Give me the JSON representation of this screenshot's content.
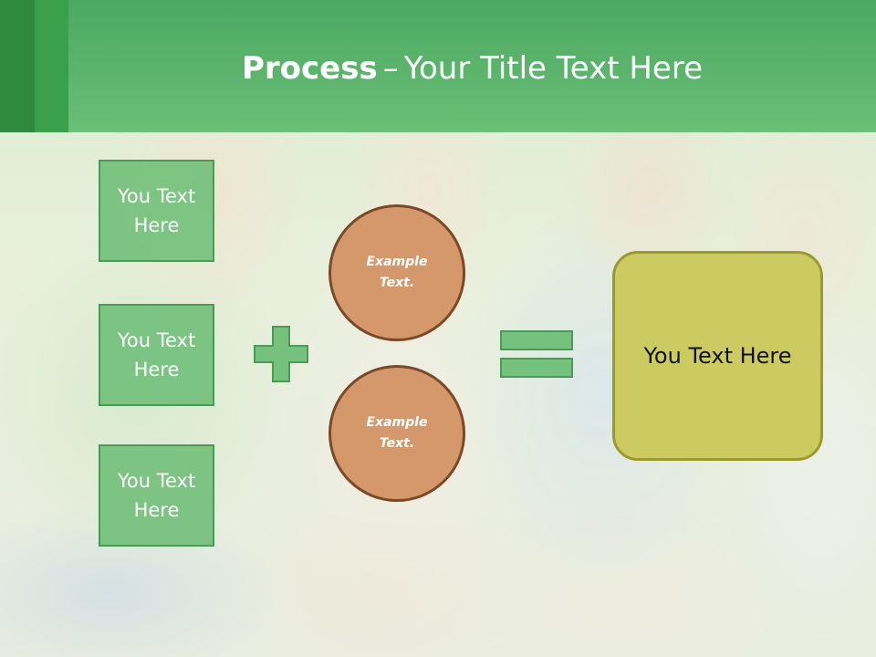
{
  "header": {
    "title_strong": "Process",
    "title_dash": "–",
    "title_rest": "Your Title Text Here"
  },
  "left_boxes": [
    {
      "text": "You Text Here"
    },
    {
      "text": "You Text Here"
    },
    {
      "text": "You Text Here"
    }
  ],
  "circles": [
    {
      "text": "Example Text."
    },
    {
      "text": "Example Text."
    }
  ],
  "result_box": {
    "text": "You Text Here"
  },
  "colors": {
    "header_green": "#5cb86b",
    "box_green": "#6ebe78",
    "circle_orange": "#d4986a",
    "result_olive": "#cccb62"
  },
  "icons": {
    "plus": "plus-icon",
    "equals": "equals-icon"
  }
}
